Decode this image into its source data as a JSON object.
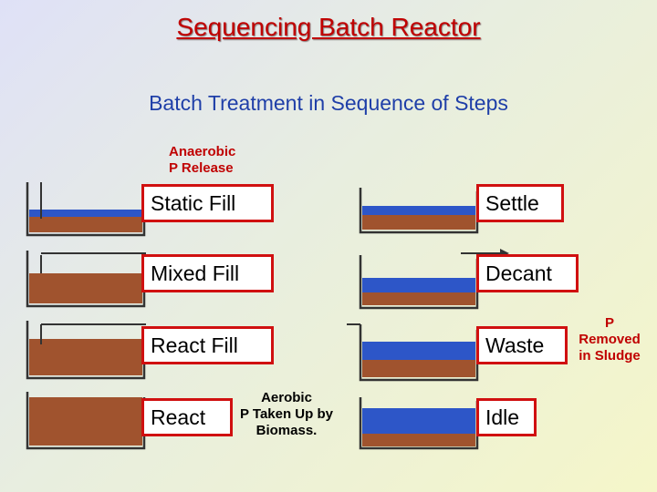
{
  "title": "Sequencing Batch Reactor",
  "subtitle": "Batch Treatment in Sequence of Steps",
  "left_steps": [
    {
      "label": "Static Fill"
    },
    {
      "label": "Mixed Fill"
    },
    {
      "label": "React Fill"
    },
    {
      "label": "React"
    }
  ],
  "right_steps": [
    {
      "label": "Settle"
    },
    {
      "label": "Decant"
    },
    {
      "label": "Waste"
    },
    {
      "label": "Idle"
    }
  ],
  "notes": {
    "anaerobic_line1": "Anaerobic",
    "anaerobic_line2": "P Release",
    "aerobic_line1": "Aerobic",
    "aerobic_line2": "P Taken Up by",
    "aerobic_line3": "Biomass.",
    "p_removed_line1": "P",
    "p_removed_line2": "Removed",
    "p_removed_line3": "in Sludge"
  },
  "colors": {
    "water": "#2d56c8",
    "sludge": "#a0532e",
    "title": "#c00000",
    "subtitle": "#1f3fa8",
    "box_border": "#d01010"
  }
}
